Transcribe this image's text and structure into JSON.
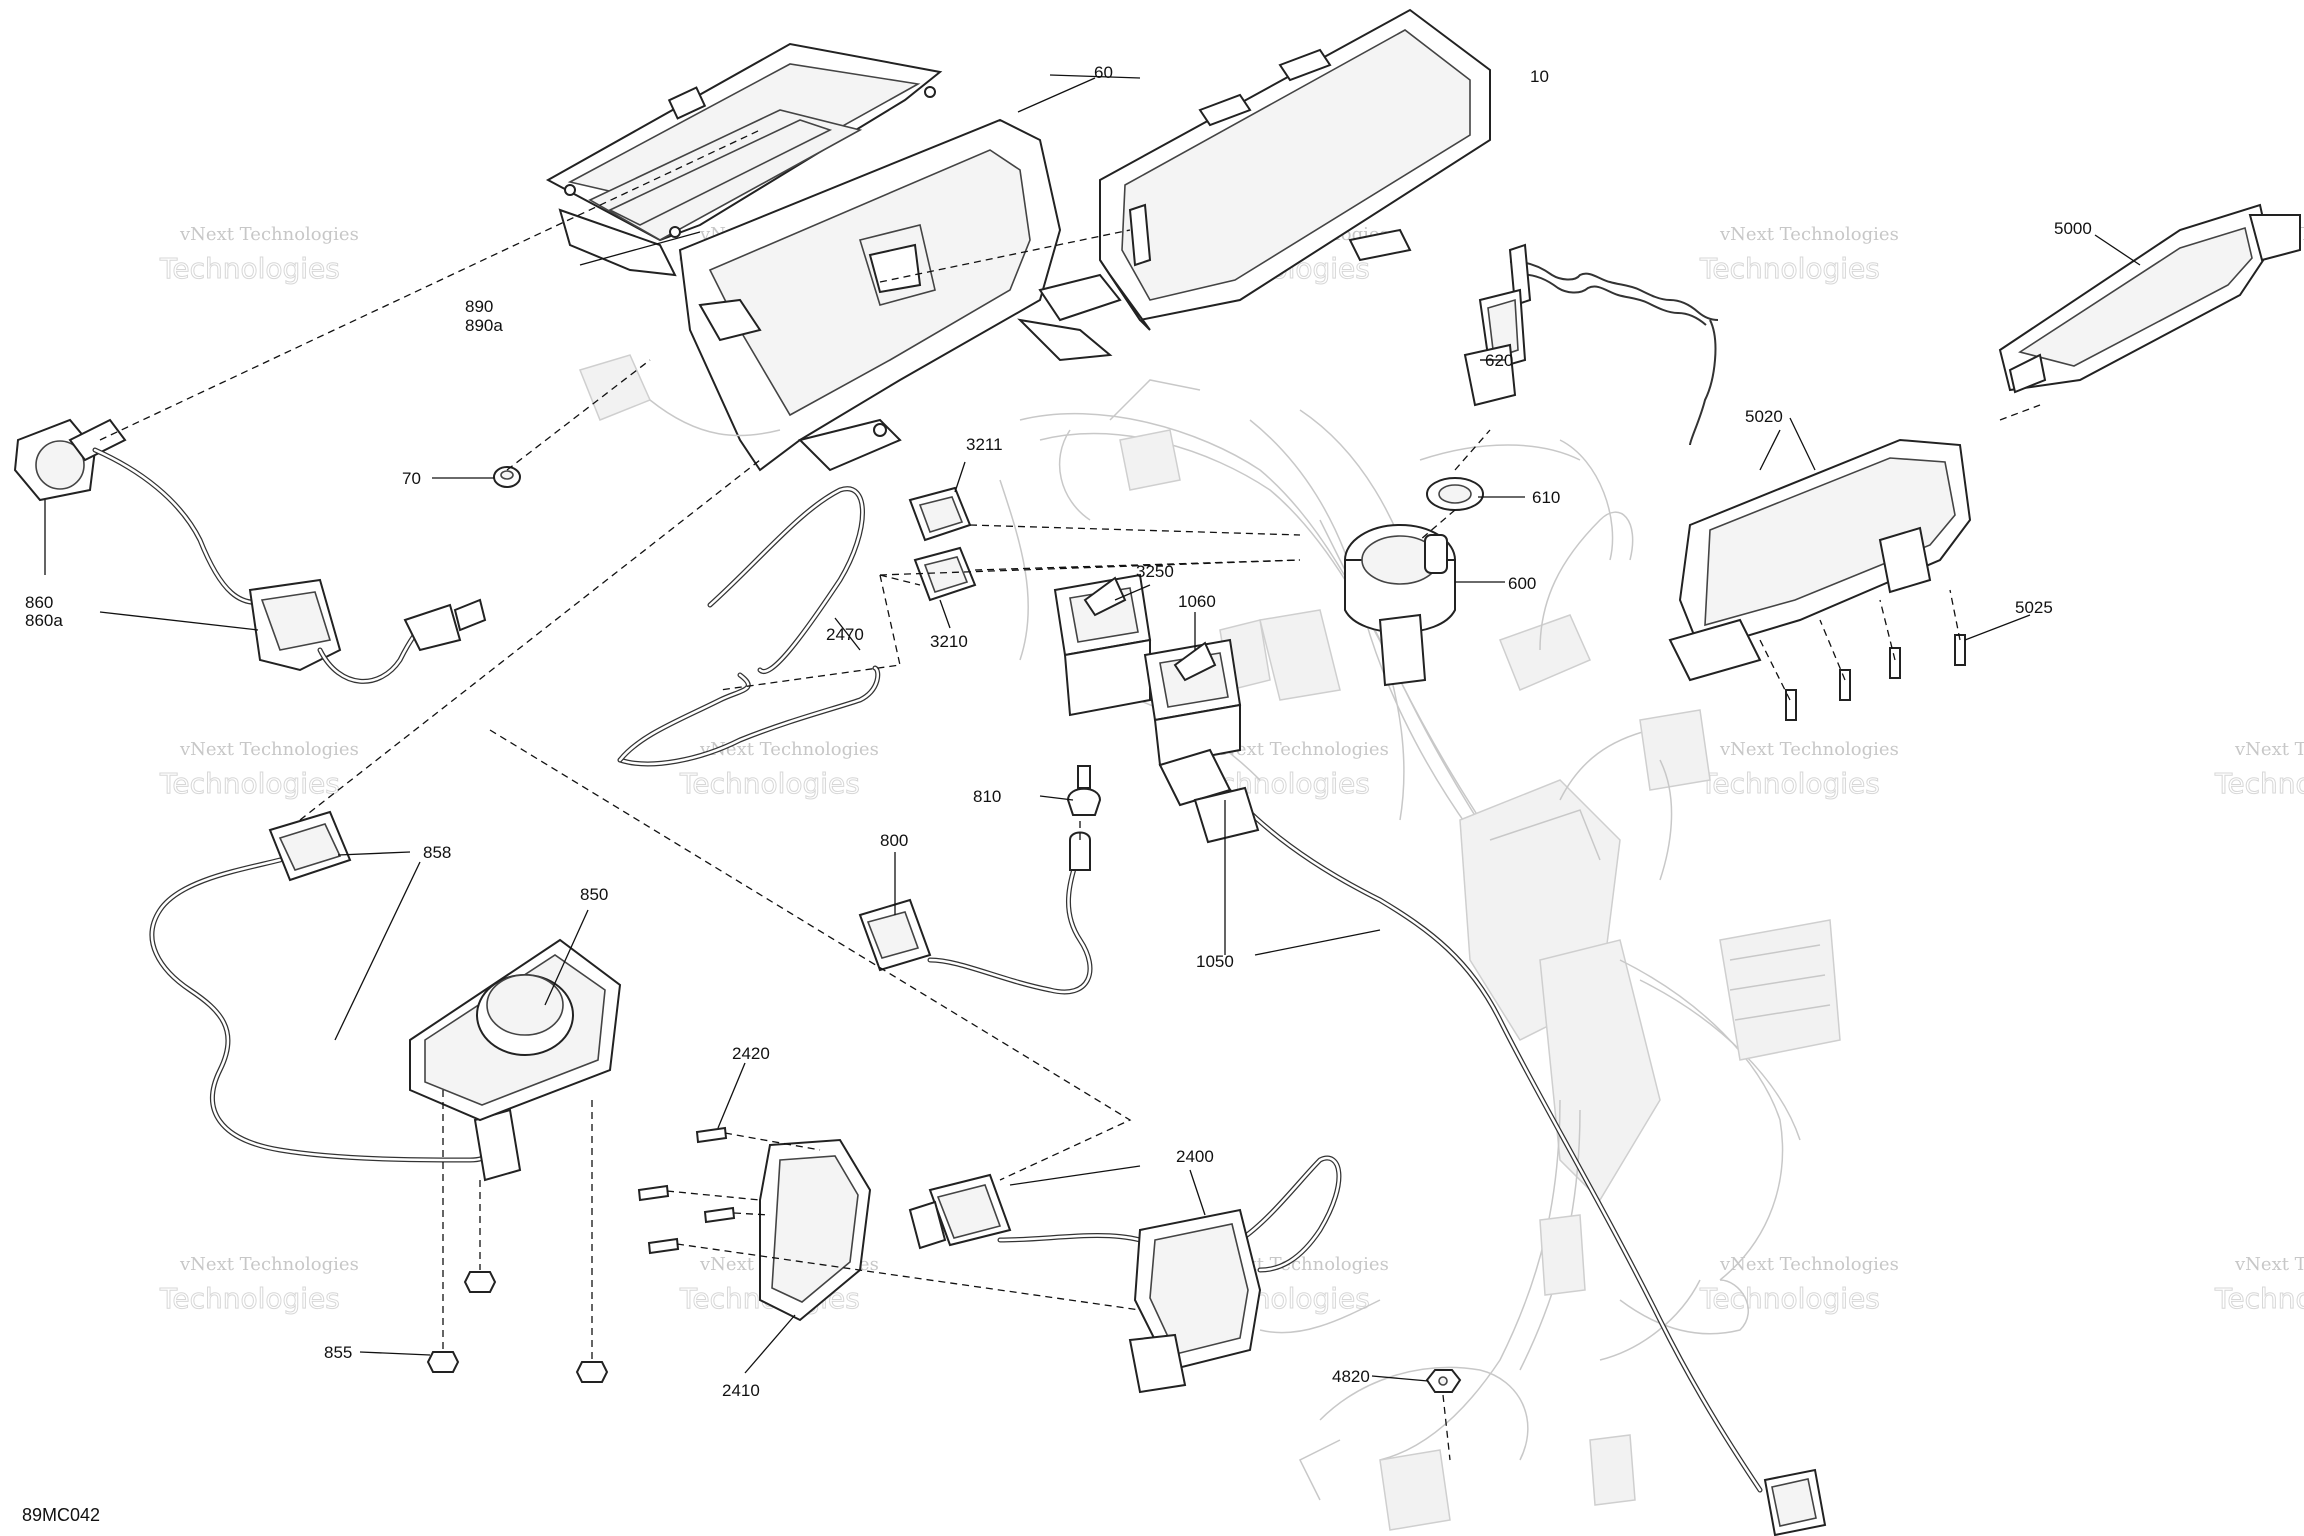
{
  "diagram": {
    "reference_code": "89MC042",
    "watermark": {
      "line1": "vNext Technologies",
      "line2": "Technologies"
    },
    "callouts": {
      "c10": "10",
      "c60": "60",
      "c70": "70",
      "c610": "610",
      "c600": "600",
      "c620": "620",
      "c800": "800",
      "c810": "810",
      "c850": "850",
      "c855": "855",
      "c858": "858",
      "c860": "860",
      "c860a": "860a",
      "c890": "890",
      "c890a": "890a",
      "c1050": "1050",
      "c1060": "1060",
      "c2400": "2400",
      "c2410": "2410",
      "c2420": "2420",
      "c2470": "2470",
      "c3210": "3210",
      "c3211": "3211",
      "c3250": "3250",
      "c4820": "4820",
      "c5000": "5000",
      "c5020": "5020",
      "c5025": "5025"
    }
  }
}
